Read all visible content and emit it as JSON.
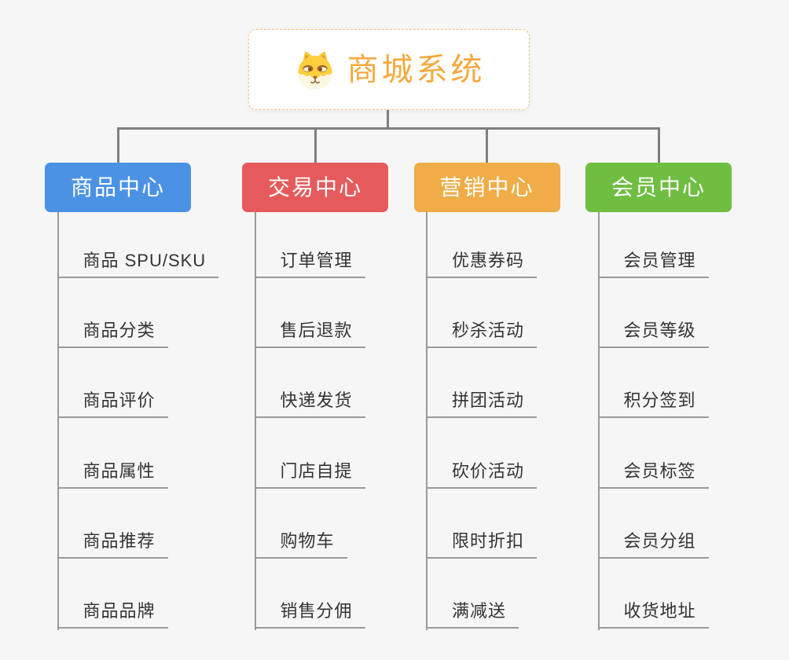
{
  "root": {
    "title": "商城系统",
    "icon": "dog-icon",
    "accent_color": "#f5a93e",
    "border_color": "#f3c77d"
  },
  "branches": [
    {
      "label": "商品中心",
      "color": "#4b92e5",
      "children": [
        "商品 SPU/SKU",
        "商品分类",
        "商品评价",
        "商品属性",
        "商品推荐",
        "商品品牌"
      ]
    },
    {
      "label": "交易中心",
      "color": "#e55b5c",
      "children": [
        "订单管理",
        "售后退款",
        "快递发货",
        "门店自提",
        "购物车",
        "销售分佣"
      ]
    },
    {
      "label": "营销中心",
      "color": "#efac47",
      "children": [
        "优惠券码",
        "秒杀活动",
        "拼团活动",
        "砍价活动",
        "限时折扣",
        "满减送"
      ]
    },
    {
      "label": "会员中心",
      "color": "#6fbe42",
      "children": [
        "会员管理",
        "会员等级",
        "积分签到",
        "会员标签",
        "会员分组",
        "收货地址"
      ]
    }
  ],
  "colors": {
    "background": "#f6f6f6",
    "connector": "#7f7f7f",
    "leaf_line": "#9a9a9a",
    "leaf_text": "#333333"
  }
}
